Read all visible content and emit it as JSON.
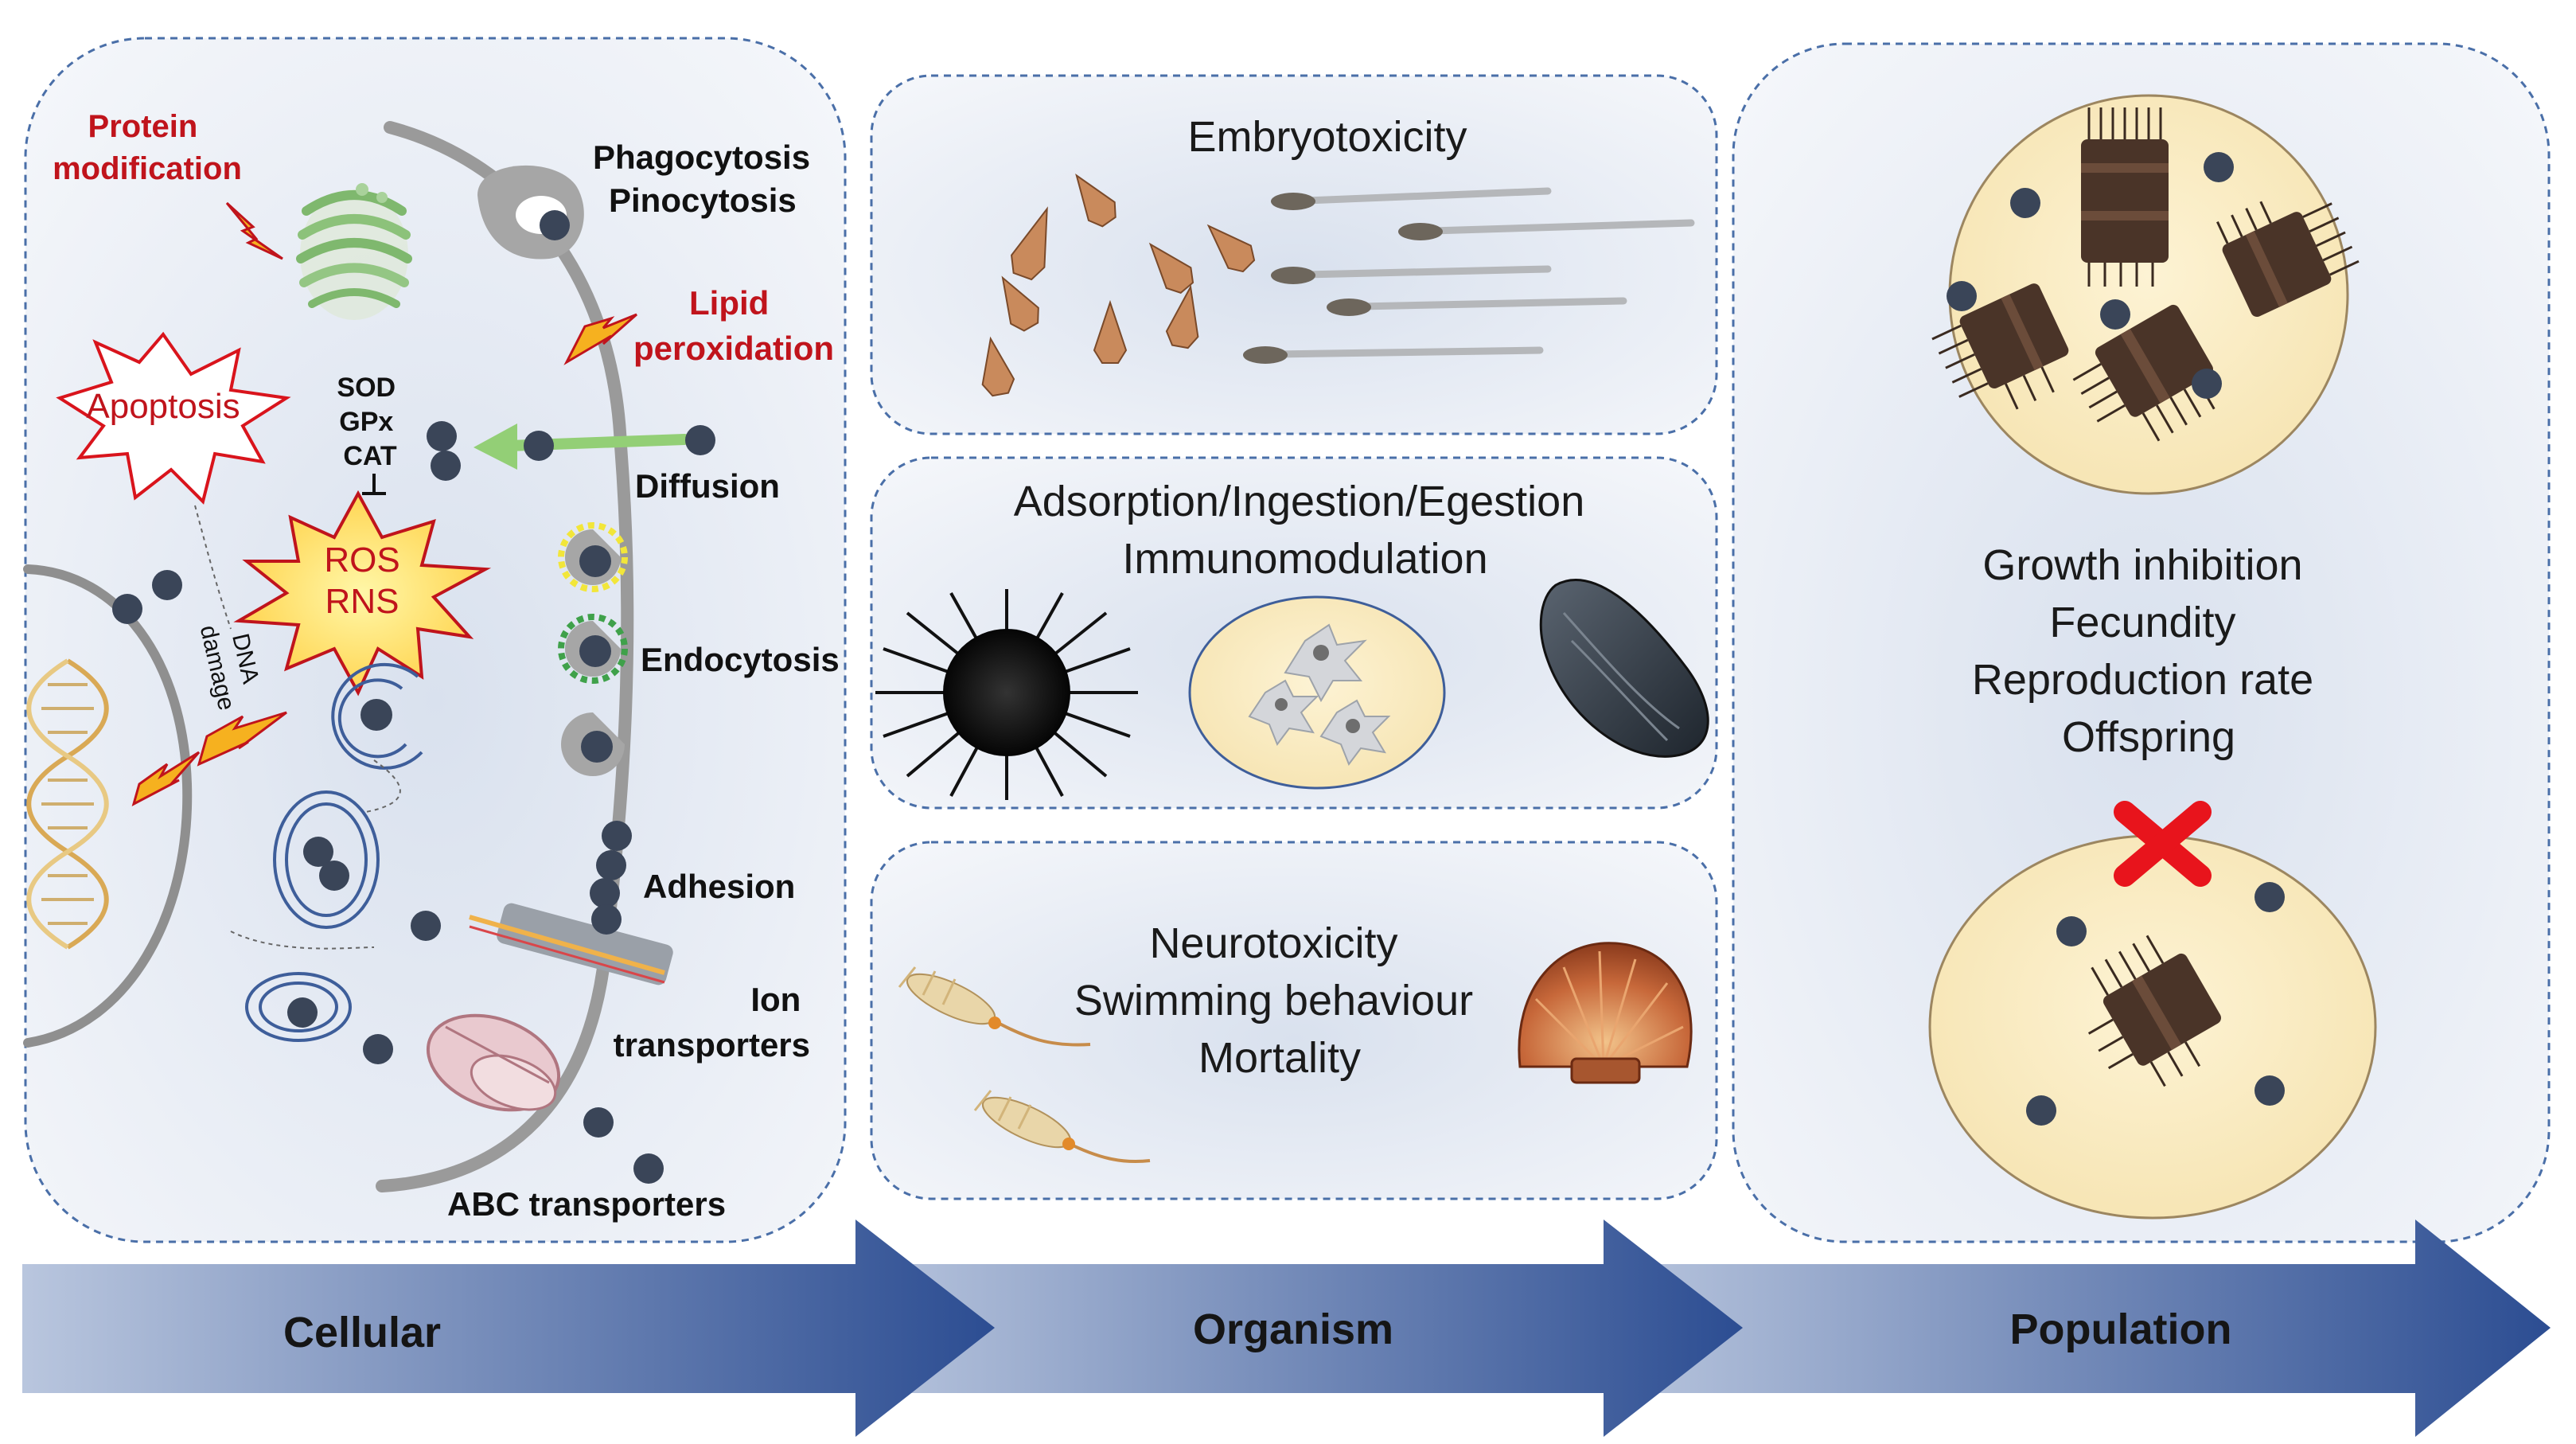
{
  "cellular": {
    "protein_modification": [
      "Protein",
      "modification"
    ],
    "apoptosis": "Apoptosis",
    "enzymes": [
      "SOD",
      "GPx",
      "CAT"
    ],
    "ros": "ROS",
    "rns": "RNS",
    "dna_damage": [
      "DNA",
      "damage"
    ],
    "phagocytosis": "Phagocytosis",
    "pinocytosis": "Pinocytosis",
    "lipid_peroxidation": [
      "Lipid",
      "peroxidation"
    ],
    "diffusion": "Diffusion",
    "endocytosis": "Endocytosis",
    "adhesion": "Adhesion",
    "ion_transporters": [
      "Ion",
      "transporters"
    ],
    "abc_transporters": "ABC transporters"
  },
  "organism": {
    "embryotoxicity": "Embryotoxicity",
    "adsorption": [
      "Adsorption/Ingestion/Egestion",
      "Immunomodulation"
    ],
    "neuro": [
      "Neurotoxicity",
      "Swimming behaviour",
      "Mortality"
    ]
  },
  "population": {
    "effects": [
      "Growth inhibition",
      "Fecundity",
      "Reproduction rate",
      "Offspring"
    ]
  },
  "stages": [
    "Cellular",
    "Organism",
    "Population"
  ],
  "colors": {
    "red_label": "#c0141c",
    "particle": "#3a4558",
    "panel_border": "#4a6fa8",
    "arrow_dark": "#2e4f94",
    "arrow_light": "#b8c6df",
    "dish_fill": "#fbeec5",
    "cross": "#e8141c"
  }
}
